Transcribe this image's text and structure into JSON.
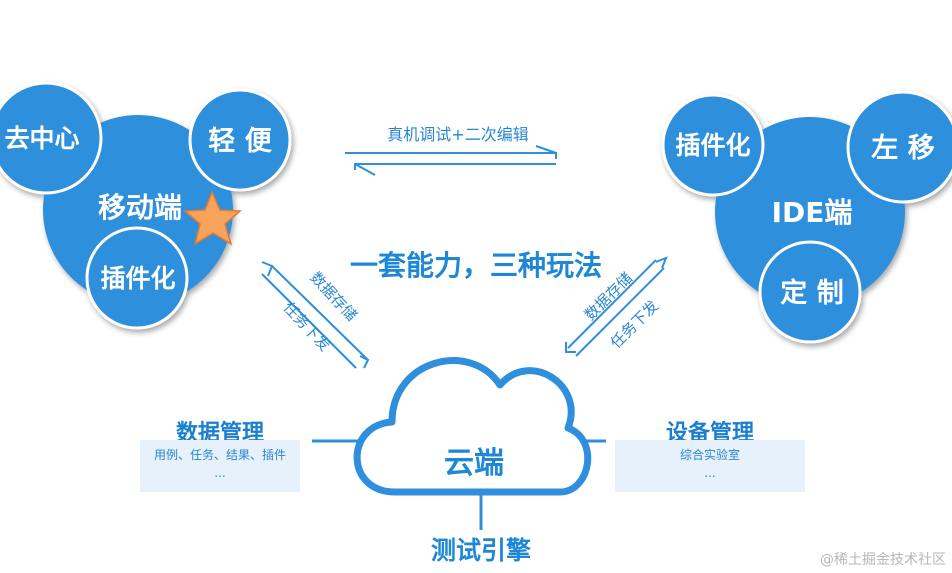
{
  "mobile": {
    "center": "移动端",
    "decentralized": "去中心",
    "lightweight": "轻 便",
    "plugin": "插件化"
  },
  "ide": {
    "center": "IDE端",
    "plugin": "插件化",
    "shift_left": "左 移",
    "custom": "定 制"
  },
  "top_arrow_label": "真机调试+二次编辑",
  "slogan": "一套能力，三种玩法",
  "left_diagonal": {
    "line1": "数据存储",
    "line2": "任务下发"
  },
  "right_diagonal": {
    "line1": "数据存储",
    "line2": "任务下发"
  },
  "cloud": {
    "label": "云端",
    "bottom_label": "测试引擎"
  },
  "data_management": {
    "title": "数据管理",
    "line1": "用例、任务、结果、插件",
    "line2": "..."
  },
  "device_management": {
    "title": "设备管理",
    "line1": "综合实验室",
    "line2": "..."
  },
  "watermark": "@稀土掘金技术社区",
  "colors": {
    "primary_blue": "#2f8fdc",
    "dark_blue": "#1e7fd0",
    "box_fill": "#e6f1fb",
    "star": "#f6a35c"
  }
}
